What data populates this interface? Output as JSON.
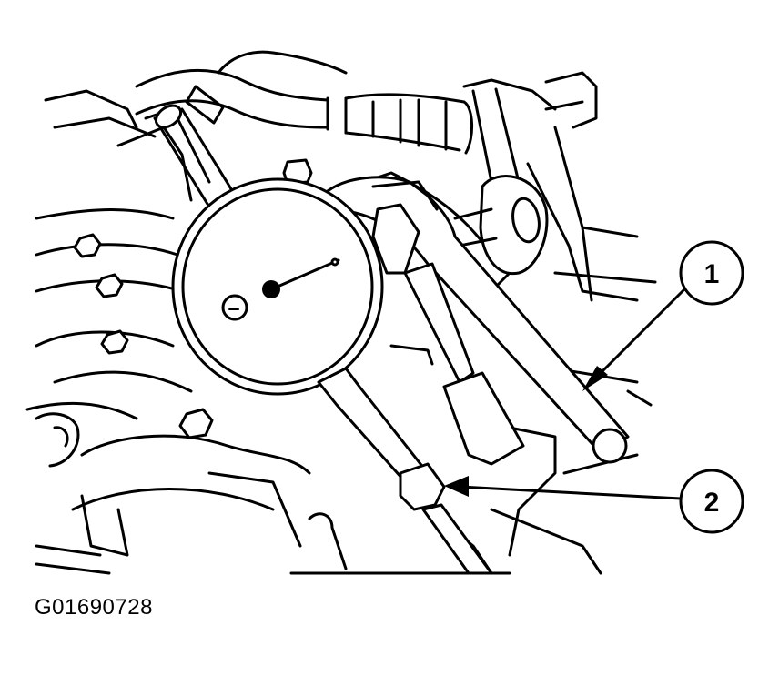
{
  "figure": {
    "id": "G01690728"
  },
  "callouts": [
    {
      "number": "1"
    },
    {
      "number": "2"
    }
  ],
  "colors": {
    "line": "#000000",
    "background": "#ffffff"
  }
}
